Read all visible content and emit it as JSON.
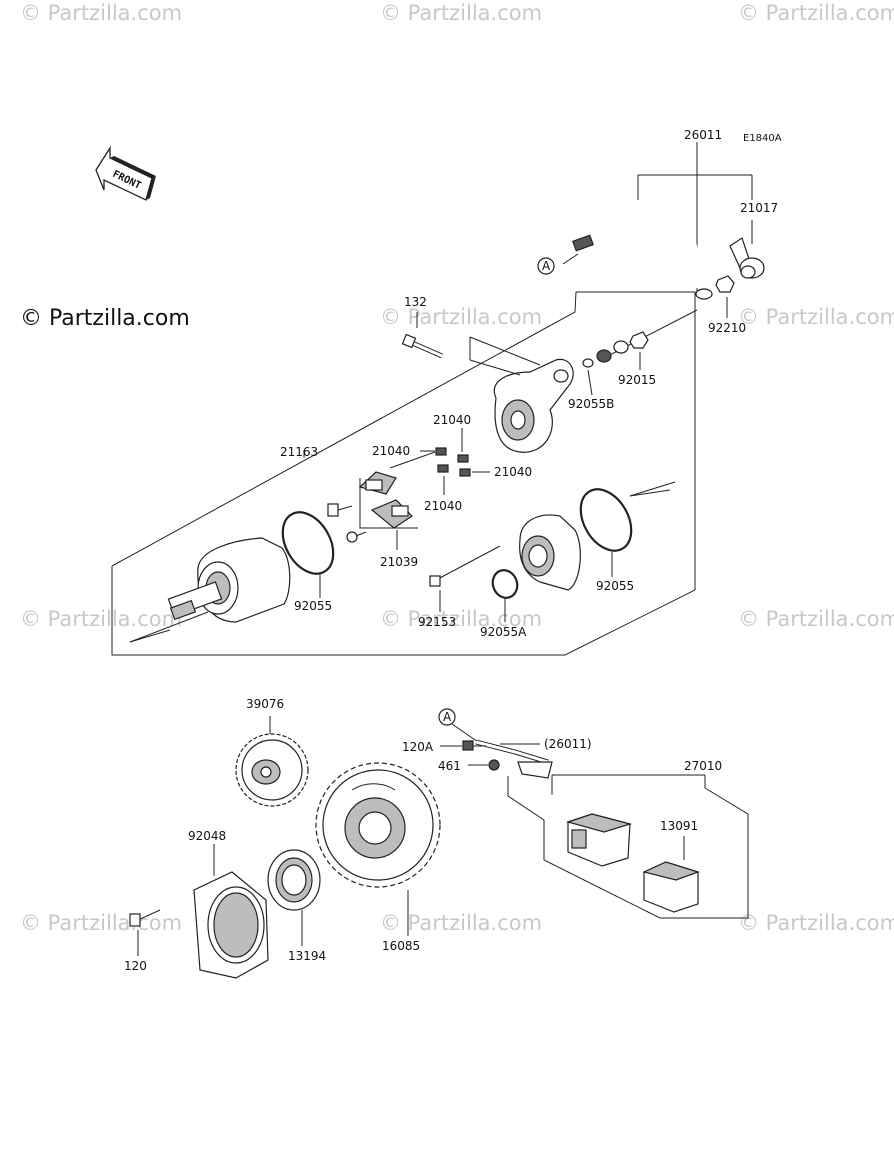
{
  "watermark": {
    "text": "© Partzilla.com",
    "main_text": "© Partzilla.com"
  },
  "diagram_code": "E1840A",
  "front_label": "FRONT",
  "ref_a_label": "A",
  "labels": {
    "p26011": "26011",
    "p21017": "21017",
    "p92210": "92210",
    "p132": "132",
    "p92015": "92015",
    "p92055B": "92055B",
    "p21163": "21163",
    "p21040a": "21040",
    "p21040b": "21040",
    "p21040c": "21040",
    "p21040d": "21040",
    "p21039": "21039",
    "p92055a": "92055",
    "p92055b": "92055",
    "p92153": "92153",
    "p92055A": "92055A",
    "p39076": "39076",
    "p120A": "120A",
    "p26011b": "(26011)",
    "p461": "461",
    "p27010": "27010",
    "p13091": "13091",
    "p92048": "92048",
    "p120": "120",
    "p13194": "13194",
    "p16085": "16085"
  }
}
